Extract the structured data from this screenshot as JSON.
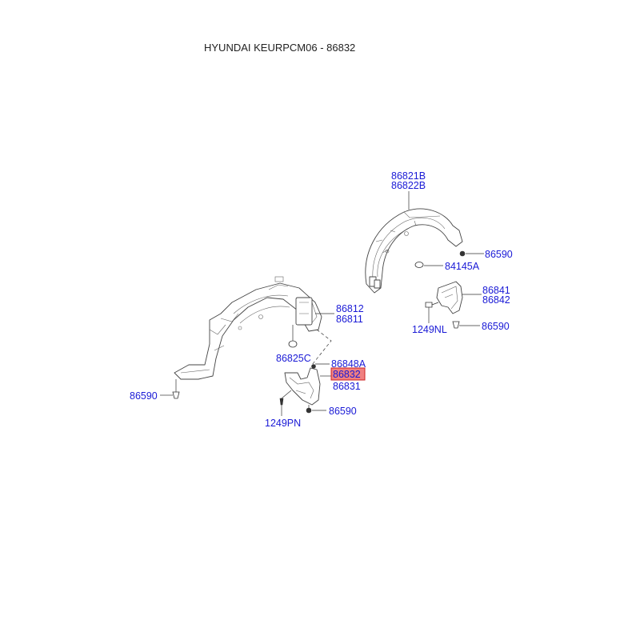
{
  "title": "HYUNDAI KEURPCM06 - 86832",
  "highlight_color": "#f08080",
  "highlight_border": "#cc2222",
  "label_color": "#1a1ad6",
  "labels": {
    "l_86821B": "86821B",
    "l_86822B": "86822B",
    "l_86590_rr1": "86590",
    "l_84145A": "84145A",
    "l_86841": "86841",
    "l_86842": "86842",
    "l_1249NL": "1249NL",
    "l_86590_rr2": "86590",
    "l_86812": "86812",
    "l_86811": "86811",
    "l_86825C": "86825C",
    "l_86848A": "86848A",
    "l_86832": "86832",
    "l_86831": "86831",
    "l_86590_fr1": "86590",
    "l_1249PN": "1249PN",
    "l_86590_fr2": "86590"
  }
}
